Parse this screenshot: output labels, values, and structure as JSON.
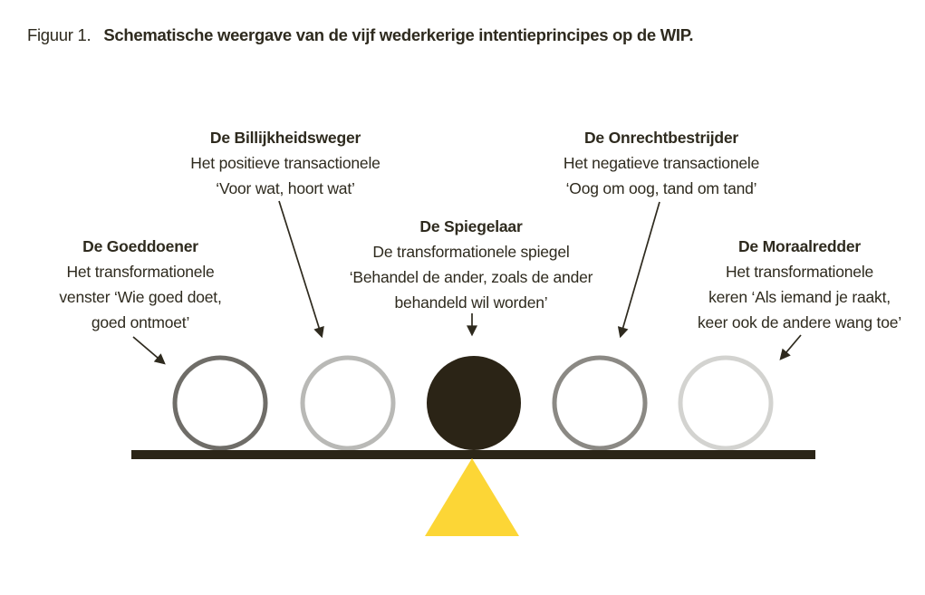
{
  "figure": {
    "label": "Figuur 1.",
    "title": "Schematische weergave van de vijf wederkerige intentieprincipes op de WIP."
  },
  "principles": [
    {
      "name": "De Goeddoener",
      "lines": [
        "Het transformationele",
        "venster ‘Wie goed doet,",
        "goed ontmoet’"
      ],
      "circle": {
        "style": "outline",
        "color": "#6f6d68"
      }
    },
    {
      "name": "De Billijkheidsweger",
      "lines": [
        "Het positieve transactionele",
        "‘Voor wat, hoort wat’"
      ],
      "circle": {
        "style": "outline",
        "color": "#b9b9b6"
      }
    },
    {
      "name": "De Spiegelaar",
      "lines": [
        "De transformationele spiegel",
        "‘Behandel de ander, zoals de ander",
        "behandeld wil worden’"
      ],
      "circle": {
        "style": "filled",
        "color": "#2b2416"
      }
    },
    {
      "name": "De Onrechtbestrijder",
      "lines": [
        "Het negatieve transactionele",
        "‘Oog om oog, tand om tand’"
      ],
      "circle": {
        "style": "outline",
        "color": "#8b8984"
      }
    },
    {
      "name": "De Moraalredder",
      "lines": [
        "Het transformationele",
        "keren ‘Als iemand je raakt,",
        "keer ook de andere wang toe’"
      ],
      "circle": {
        "style": "outline",
        "color": "#d3d3d0"
      }
    }
  ],
  "colors": {
    "text": "#2e2a1e",
    "arrow": "#2e2a1e",
    "beam": "#2b2517",
    "fulcrum": "#fcd636",
    "background": "#ffffff",
    "circle_fill": "#ffffff"
  }
}
